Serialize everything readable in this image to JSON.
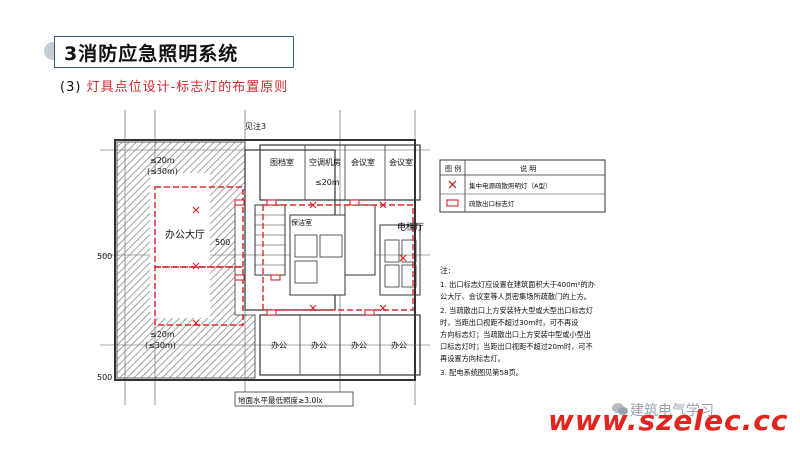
{
  "header": {
    "title": "3消防应急照明系统"
  },
  "subtitle": {
    "num": "(3)",
    "text": "灯具点位设计-标志灯的布置原则"
  },
  "plan": {
    "see_label": "见注3",
    "rooms": [
      "图档室",
      "空调机房",
      "会议室",
      "会议室"
    ],
    "office_hall": "办公大厅",
    "elevator_hall": "电梯厅",
    "cleaning": "保洁室",
    "offices": [
      "办公",
      "办公",
      "办公",
      "办公"
    ],
    "dims": {
      "d20_top": "≤20m",
      "d30_top": "(≤30m)",
      "d20_mid": "≤20m",
      "d20_left": "≤20m",
      "d30_left": "(≤30m)",
      "d500_a": "500",
      "d500_b": "500",
      "d500_c": "500"
    },
    "floor_lux": "地面水平最低照度≥3.0lx"
  },
  "legend": {
    "col_icon": "图 例",
    "col_desc": "说 明",
    "items": [
      {
        "icon": "x-icon",
        "text": "集中电源疏散照明灯（A型）"
      },
      {
        "icon": "exit-sign-icon",
        "text": "疏散出口标志灯"
      }
    ]
  },
  "notes": {
    "heading": "注:",
    "lines": [
      "1. 出口标志灯应设置在建筑面积大于400m²的办",
      "   公大厅、会议室等人员密集场所疏散门的上方。",
      "2. 当疏散出口上方安装特大型或大型出口标志灯",
      "   时，当距出口视距不超过30m时，可不再设",
      "   方向标志灯；当疏散出口上方安装中型或小型出",
      "   口标志灯时；当距出口视距不超过20m时，可不",
      "   再设置方向标志灯。",
      "3. 配电系统图见第58页。"
    ]
  },
  "watermark": {
    "url": "www.szelec.cc",
    "sub": "建筑电气学习"
  },
  "colors": {
    "red": "#d7282f",
    "line": "#333333",
    "hatch": "#8a8a8a",
    "blue": "#2e5f8f"
  }
}
